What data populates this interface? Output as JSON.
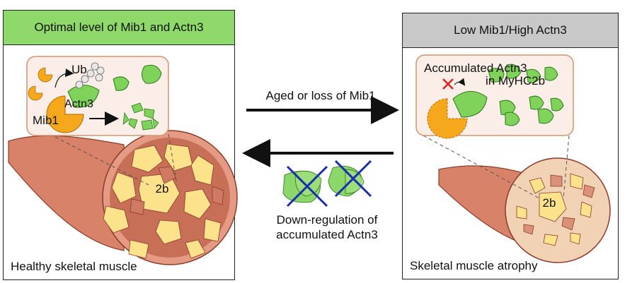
{
  "left_panel": {
    "header": "Optimal level of Mib1 and Actn3",
    "footer": "Healthy skeletal muscle",
    "inset": {
      "ub_label": "Ub",
      "actn3_label": "Actn3",
      "mib1_label": "Mib1"
    },
    "fiber_label": "2b"
  },
  "right_panel": {
    "header": "Low Mib1/High Actn3",
    "footer": "Skeletal muscle atrophy",
    "inset": {
      "line1": "Accumulated Actn3",
      "line2": "in MyHC2b"
    },
    "fiber_label": "2b"
  },
  "middle": {
    "arrow_top_label": "Aged or loss of Mib1",
    "bottom_label_line1": "Down-regulation of",
    "bottom_label_line2": "accumulated Actn3"
  },
  "colors": {
    "green_header": "#8fd86a",
    "gray_header": "#c8c8c8",
    "actn3_green": "#7fd35a",
    "mib1_orange": "#f5a81c",
    "muscle_red": "#d9826a",
    "fiber_yellow": "#fde28c",
    "cross_blue": "#1a2fb0"
  }
}
